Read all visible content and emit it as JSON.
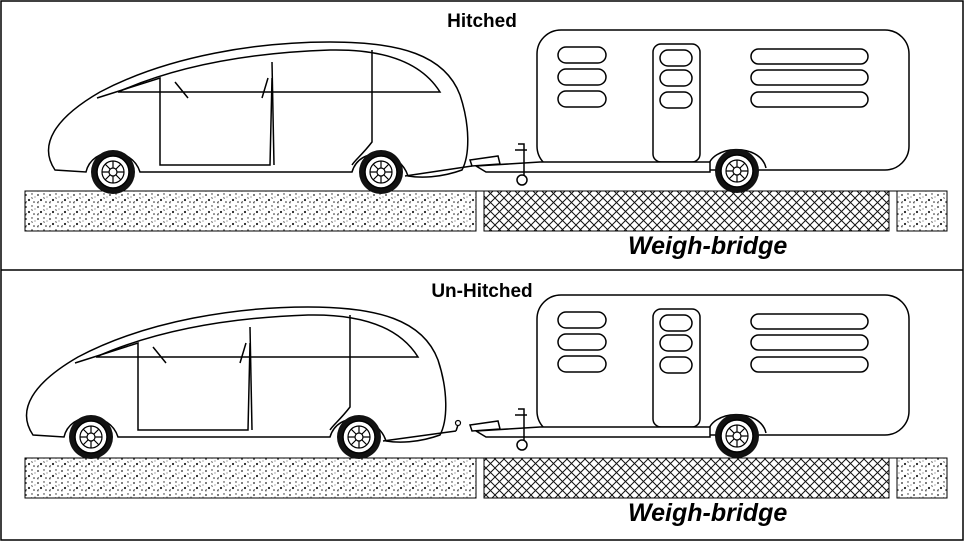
{
  "panels": {
    "top": {
      "title": "Hitched",
      "weighbridge_label": "Weigh-bridge"
    },
    "bottom": {
      "title": "Un-Hitched",
      "weighbridge_label": "Weigh-bridge"
    }
  },
  "colors": {
    "line": "#000000",
    "background": "#ffffff",
    "ground": "#9a9a9a"
  }
}
